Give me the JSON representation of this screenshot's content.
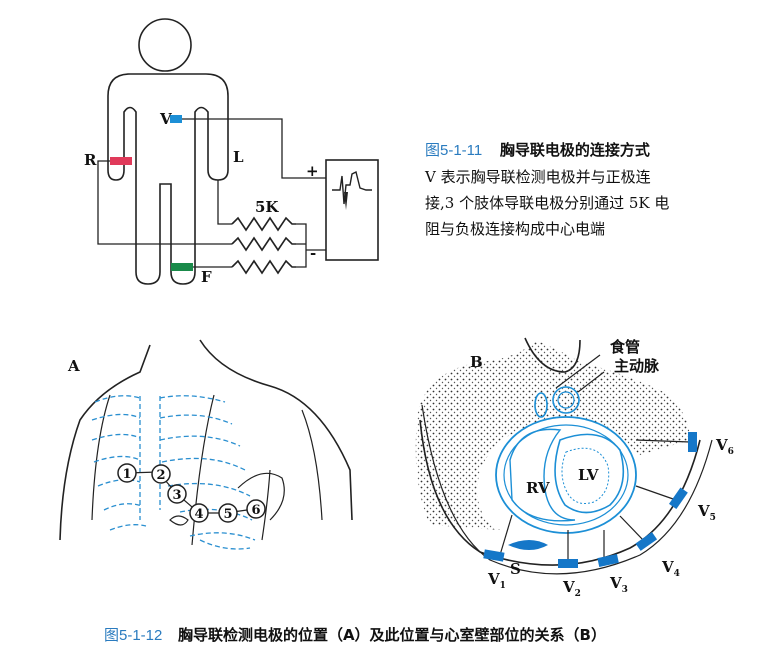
{
  "fig_top": {
    "labels": {
      "v": "V",
      "r": "R",
      "l": "L",
      "f": "F",
      "resistor": "5K",
      "plus": "+",
      "minus": "-"
    },
    "colors": {
      "v_electrode": "#1c8fd6",
      "r_electrode": "#e03a5a",
      "f_electrode": "#1a8a4a"
    }
  },
  "caption_top": {
    "number": "图5-1-11",
    "title": "胸导联电极的连接方式",
    "lines": [
      "V 表示胸导联检测电极并与正极连",
      "接,3 个肢体导联电极分别通过 5K 电",
      "阻与负极连接构成中心电端"
    ]
  },
  "fig_a": {
    "label": "A",
    "electrodes": [
      "1",
      "2",
      "3",
      "4",
      "5",
      "6"
    ],
    "colors": {
      "ribs": "#2a8fd0"
    }
  },
  "fig_b": {
    "label": "B",
    "labels": {
      "esophagus": "食管",
      "aorta": "主动脉",
      "lv": "LV",
      "rv": "RV",
      "s": "S"
    },
    "leads": [
      {
        "base": "V",
        "sub": "1"
      },
      {
        "base": "V",
        "sub": "2"
      },
      {
        "base": "V",
        "sub": "3"
      },
      {
        "base": "V",
        "sub": "4"
      },
      {
        "base": "V",
        "sub": "5"
      },
      {
        "base": "V",
        "sub": "6"
      }
    ],
    "colors": {
      "heart": "#1c8fd6",
      "electrode": "#1577c8"
    }
  },
  "caption_bottom": {
    "number": "图5-1-12",
    "title": "胸导联检测电极的位置（A）及此位置与心室壁部位的关系（B）"
  }
}
